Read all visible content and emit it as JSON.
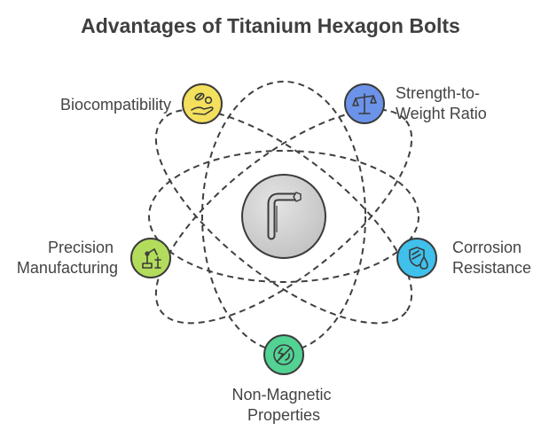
{
  "title": "Advantages of Titanium Hexagon Bolts",
  "center": {
    "icon": "hex-key-icon"
  },
  "advantages": [
    {
      "id": "biocompatibility",
      "lines": [
        "Biocompatibility"
      ],
      "icon": "pills-hand-icon",
      "color": "#f3e05c"
    },
    {
      "id": "strength",
      "lines": [
        "Strength-to-",
        "Weight Ratio"
      ],
      "icon": "scale-icon",
      "color": "#6b93ea"
    },
    {
      "id": "precision",
      "lines": [
        "Precision",
        "Manufacturing"
      ],
      "icon": "robot-arm-icon",
      "color": "#b3dc5c"
    },
    {
      "id": "corrosion",
      "lines": [
        "Corrosion",
        "Resistance"
      ],
      "icon": "shield-drop-icon",
      "color": "#3fc1ec"
    },
    {
      "id": "nonmagnetic",
      "lines": [
        "Non-Magnetic",
        "Properties"
      ],
      "icon": "no-magnet-icon",
      "color": "#52d394"
    }
  ]
}
